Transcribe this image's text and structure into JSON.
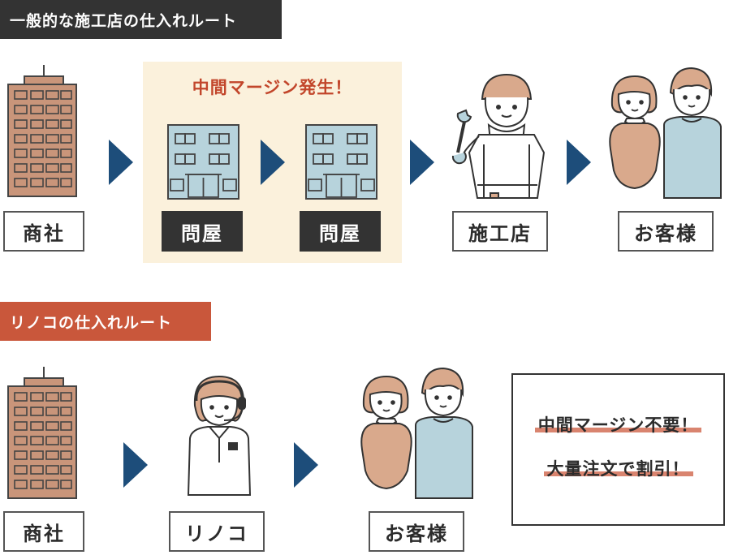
{
  "section_general": {
    "title": "一般的な施工店の仕入れルート",
    "bg_color": "#333333",
    "margin_note": "中間マージン発生！",
    "nodes": [
      {
        "id": "trading",
        "label": "商社",
        "icon": "office-building-icon"
      },
      {
        "id": "wholesaler1",
        "label": "問屋",
        "icon": "wholesale-building-icon"
      },
      {
        "id": "wholesaler2",
        "label": "問屋",
        "icon": "wholesale-building-icon"
      },
      {
        "id": "contractor",
        "label": "施工店",
        "icon": "worker-with-wrench-icon"
      },
      {
        "id": "customer",
        "label": "お客様",
        "icon": "customer-couple-icon"
      }
    ]
  },
  "section_rinoco": {
    "title": "リノコの仕入れルート",
    "bg_color": "#c9573b",
    "nodes": [
      {
        "id": "trading",
        "label": "商社",
        "icon": "office-building-icon"
      },
      {
        "id": "rinoco",
        "label": "リノコ",
        "icon": "operator-with-headset-icon"
      },
      {
        "id": "customer",
        "label": "お客様",
        "icon": "customer-couple-icon"
      }
    ],
    "merits": [
      "中間マージン不要！",
      "大量注文で割引！"
    ]
  },
  "colors": {
    "arrow": "#1d4d7a",
    "margin_zone": "#fbf1dc",
    "margin_text": "#c2462b",
    "highlight": "#d9846f",
    "building_brown": "#c9957a",
    "building_blue": "#b7d3dc"
  }
}
